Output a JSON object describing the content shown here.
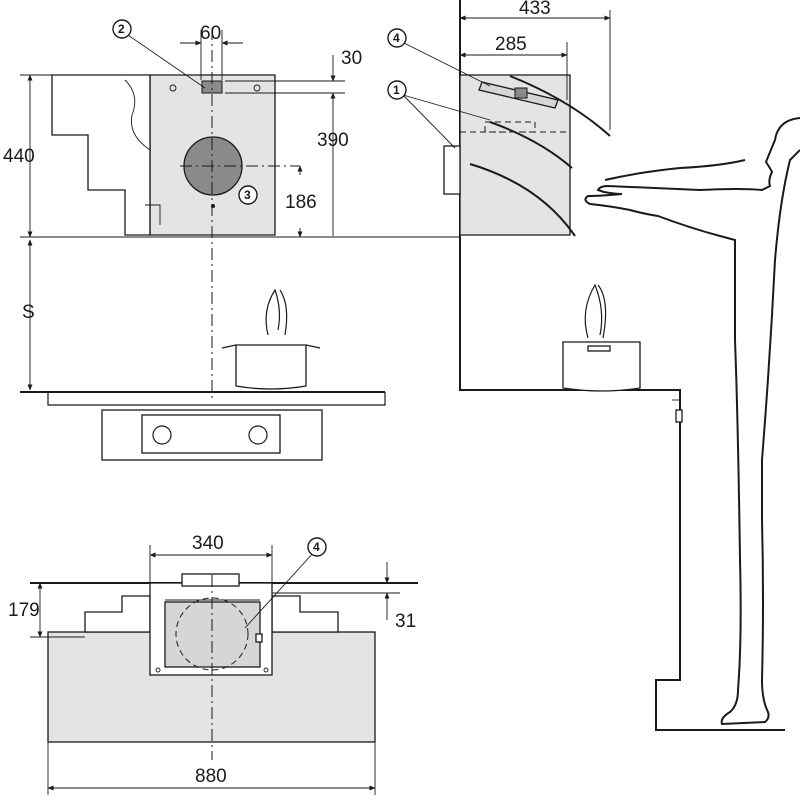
{
  "dimensions": {
    "side_width": "60",
    "top_offset": "30",
    "height_total": "440",
    "height_upper": "390",
    "height_outlet": "186",
    "clearance": "S",
    "depth_total": "433",
    "depth_inner": "285",
    "width_duct": "340",
    "height_rear": "179",
    "offset_rear": "31",
    "width_total": "880"
  },
  "callouts": {
    "c1": "1",
    "c2": "2",
    "c3": "3",
    "c4_side": "4",
    "c4_rear": "4"
  }
}
